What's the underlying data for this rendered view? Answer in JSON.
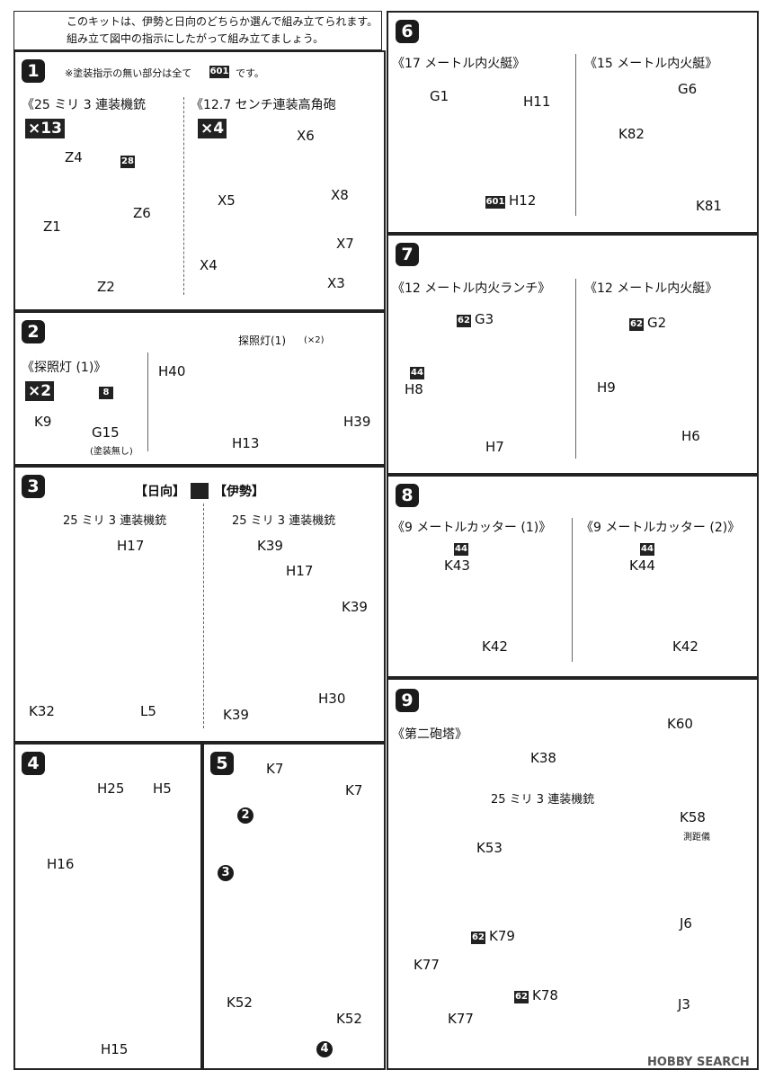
{
  "header": {
    "line1": "このキットは、伊勢と日向のどちらか選んで組み立てられます。",
    "line2": "組み立て図中の指示にしたがって組み立てましょう。"
  },
  "steps": {
    "s1": {
      "num": "1",
      "note": "※塗装指示の無い部分は全て",
      "note_code": "601",
      "note_end": "です。",
      "left_title": "《25 ミリ 3 連装機銃",
      "left_mult": "×13",
      "right_title": "《12.7 センチ連装高角砲",
      "right_mult": "×4",
      "left_parts": [
        "Z4",
        "28",
        "Z1",
        "Z6",
        "Z2"
      ],
      "right_parts": [
        "X6",
        "X5",
        "X8",
        "X7",
        "X4",
        "X3"
      ]
    },
    "s2": {
      "num": "2",
      "left_title": "《探照灯 (1)》",
      "mult": "×2",
      "code": "8",
      "parts": [
        "K9",
        "G15",
        "(塗装無し)"
      ],
      "right_caption": "探照灯(1)",
      "right_caption_x": "(×2)",
      "right_parts": [
        "H40",
        "H39",
        "H13"
      ]
    },
    "s3": {
      "num": "3",
      "title_hyuga": "【日向】",
      "title_ise": "【伊勢】",
      "left_caption": "25 ミリ 3 連装機銃",
      "right_caption": "25 ミリ 3 連装機銃",
      "left_parts": [
        "H17",
        "K32",
        "L5"
      ],
      "right_parts": [
        "K39",
        "H17",
        "K39",
        "H30",
        "K39"
      ]
    },
    "s4": {
      "num": "4",
      "parts": [
        "H25",
        "H5",
        "H16",
        "H15"
      ]
    },
    "s5": {
      "num": "5",
      "parts": [
        "K7",
        "K7",
        "K52",
        "K52"
      ],
      "sub_steps": [
        "2",
        "3",
        "4"
      ]
    },
    "s6": {
      "num": "6",
      "left_title": "《17 メートル内火艇》",
      "right_title": "《15 メートル内火艇》",
      "left_parts": [
        "G1",
        "H11",
        "601",
        "H12"
      ],
      "right_parts": [
        "G6",
        "K82",
        "K81"
      ]
    },
    "s7": {
      "num": "7",
      "left_title": "《12 メートル内火ランチ》",
      "right_title": "《12 メートル内火艇》",
      "left_parts": [
        "62",
        "G3",
        "44",
        "H8",
        "H7"
      ],
      "right_parts": [
        "62",
        "G2",
        "H9",
        "H6"
      ]
    },
    "s8": {
      "num": "8",
      "left_title": "《9 メートルカッター (1)》",
      "right_title": "《9 メートルカッター (2)》",
      "left_parts": [
        "44",
        "K43",
        "K42"
      ],
      "right_parts": [
        "44",
        "K44",
        "K42"
      ]
    },
    "s9": {
      "num": "9",
      "title": "《第二砲塔》",
      "caption": "25 ミリ 3 連装機銃",
      "parts": [
        "K60",
        "K38",
        "K58",
        "測距儀",
        "K53",
        "62",
        "K79",
        "J6",
        "K77",
        "K77",
        "62",
        "K78",
        "J3"
      ]
    }
  },
  "watermark": "HOBBY SEARCH"
}
